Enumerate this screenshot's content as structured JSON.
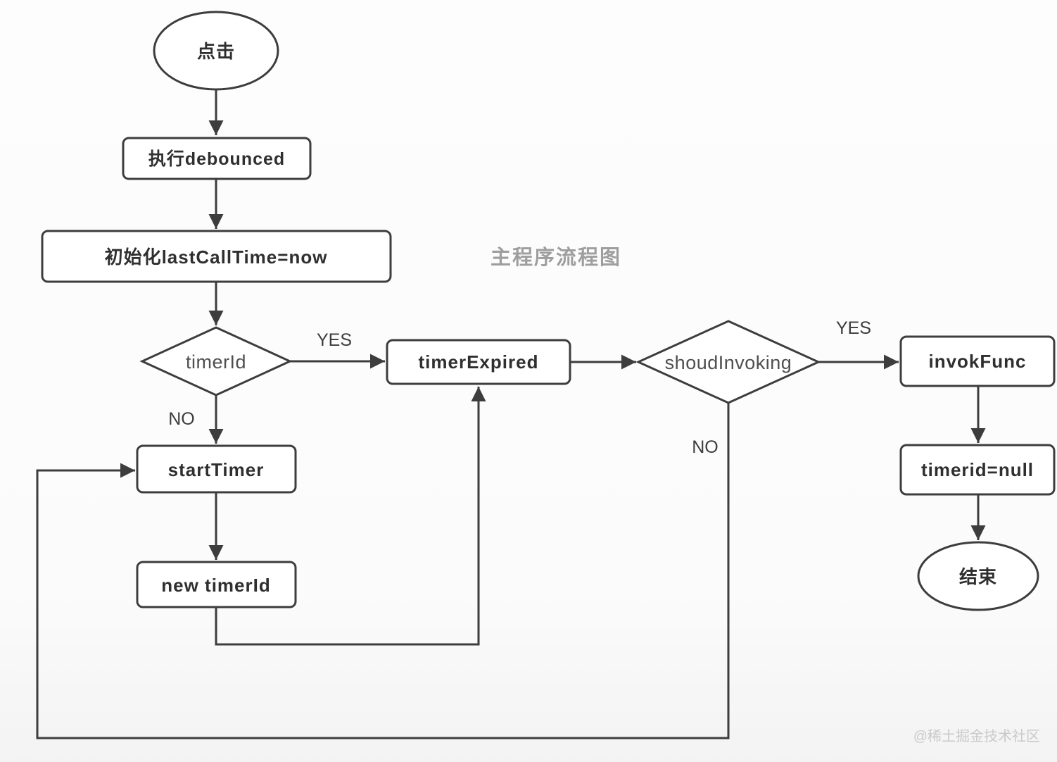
{
  "diagram": {
    "title": "主程序流程图",
    "watermark": "@稀土掘金技术社区",
    "nodes": {
      "start": "点击",
      "exec_debounced": "执行debounced",
      "init_lastcalltime": "初始化lastCallTime=now",
      "timer_id_decision": "timerId",
      "timer_expired": "timerExpired",
      "shoud_invoking_decision": "shoudInvoking",
      "invok_func": "invokFunc",
      "timerid_null": "timerid=null",
      "end": "结束",
      "start_timer": "startTimer",
      "new_timer_id": "new timerId"
    },
    "labels": {
      "timer_id_yes": "YES",
      "timer_id_no": "NO",
      "shoud_invoking_yes": "YES",
      "shoud_invoking_no": "NO"
    },
    "colors": {
      "line": "#3d3d3d",
      "node_text": "#2f2f2f",
      "decision_text": "#4f4f4f",
      "title_text": "#9e9e9e",
      "watermark_text": "#c9c9c9",
      "background": "#fdfdfd",
      "shape_fill": "#ffffff"
    }
  }
}
